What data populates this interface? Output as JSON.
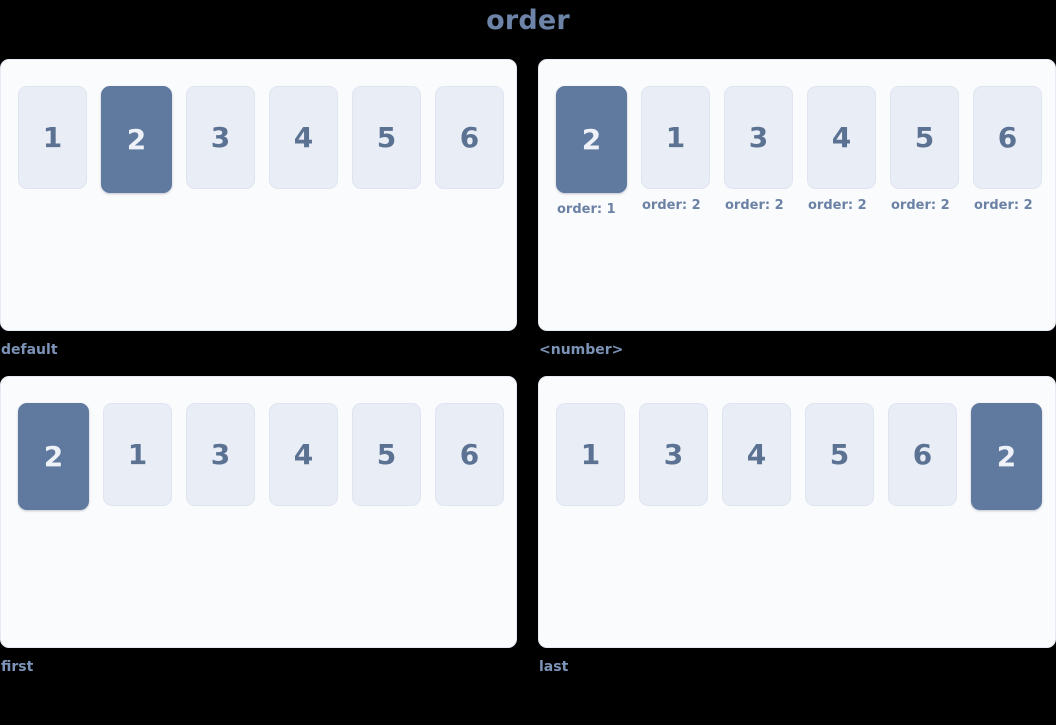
{
  "title": "order",
  "theme": {
    "background": "#000000",
    "panel_bg": "#fafbfd",
    "panel_border": "#e6eaf2",
    "tile_bg": "#e9edf6",
    "tile_text": "#5b7293",
    "tile_active_bg": "#5f799f",
    "tile_active_text": "#eef2f8",
    "caption_color": "#7c93b8",
    "title_color": "#6d83a8"
  },
  "panels": [
    {
      "caption": "default",
      "show_order_labels": false,
      "items": [
        {
          "label": "1",
          "active": false,
          "order_label": ""
        },
        {
          "label": "2",
          "active": true,
          "order_label": ""
        },
        {
          "label": "3",
          "active": false,
          "order_label": ""
        },
        {
          "label": "4",
          "active": false,
          "order_label": ""
        },
        {
          "label": "5",
          "active": false,
          "order_label": ""
        },
        {
          "label": "6",
          "active": false,
          "order_label": ""
        }
      ]
    },
    {
      "caption": "<number>",
      "show_order_labels": true,
      "items": [
        {
          "label": "2",
          "active": true,
          "order_label": "order: 1"
        },
        {
          "label": "1",
          "active": false,
          "order_label": "order: 2"
        },
        {
          "label": "3",
          "active": false,
          "order_label": "order: 2"
        },
        {
          "label": "4",
          "active": false,
          "order_label": "order: 2"
        },
        {
          "label": "5",
          "active": false,
          "order_label": "order: 2"
        },
        {
          "label": "6",
          "active": false,
          "order_label": "order: 2"
        }
      ]
    },
    {
      "caption": "first",
      "show_order_labels": false,
      "items": [
        {
          "label": "2",
          "active": true,
          "order_label": ""
        },
        {
          "label": "1",
          "active": false,
          "order_label": ""
        },
        {
          "label": "3",
          "active": false,
          "order_label": ""
        },
        {
          "label": "4",
          "active": false,
          "order_label": ""
        },
        {
          "label": "5",
          "active": false,
          "order_label": ""
        },
        {
          "label": "6",
          "active": false,
          "order_label": ""
        }
      ]
    },
    {
      "caption": "last",
      "show_order_labels": false,
      "items": [
        {
          "label": "1",
          "active": false,
          "order_label": ""
        },
        {
          "label": "3",
          "active": false,
          "order_label": ""
        },
        {
          "label": "4",
          "active": false,
          "order_label": ""
        },
        {
          "label": "5",
          "active": false,
          "order_label": ""
        },
        {
          "label": "6",
          "active": false,
          "order_label": ""
        },
        {
          "label": "2",
          "active": true,
          "order_label": ""
        }
      ]
    }
  ]
}
